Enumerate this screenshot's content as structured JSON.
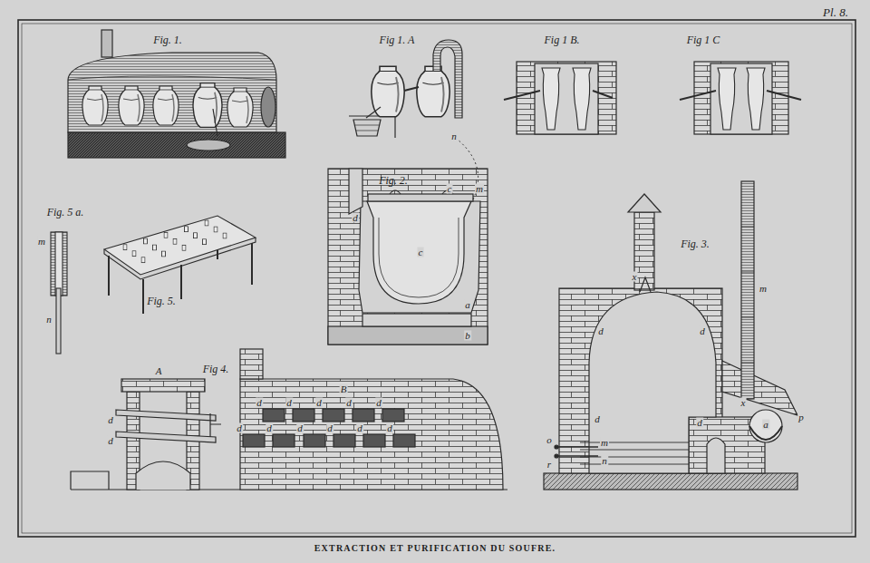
{
  "diagram": {
    "caption": "EXTRACTION ET PURIFICATION DU SOUFRE.",
    "labels": [
      "Pl. 8.",
      "Fig. 1.",
      "Fig 1. A",
      "Fig 1 B.",
      "Fig 1 C",
      "n",
      "Fig. 2.",
      "d",
      "c",
      "m",
      "c",
      "a",
      "b",
      "Fig. 3.",
      "x",
      "m",
      "d",
      "d",
      "x",
      "p",
      "a",
      "d",
      "d",
      "m",
      "o",
      "n",
      "r",
      "Fig. 5 a.",
      "m",
      "n",
      "Fig. 5.",
      "Fig 4.",
      "A",
      "B",
      "d",
      "d",
      "d",
      "d",
      "d",
      "d",
      "d",
      "d",
      "d",
      "d",
      "d",
      "d",
      "d"
    ]
  }
}
